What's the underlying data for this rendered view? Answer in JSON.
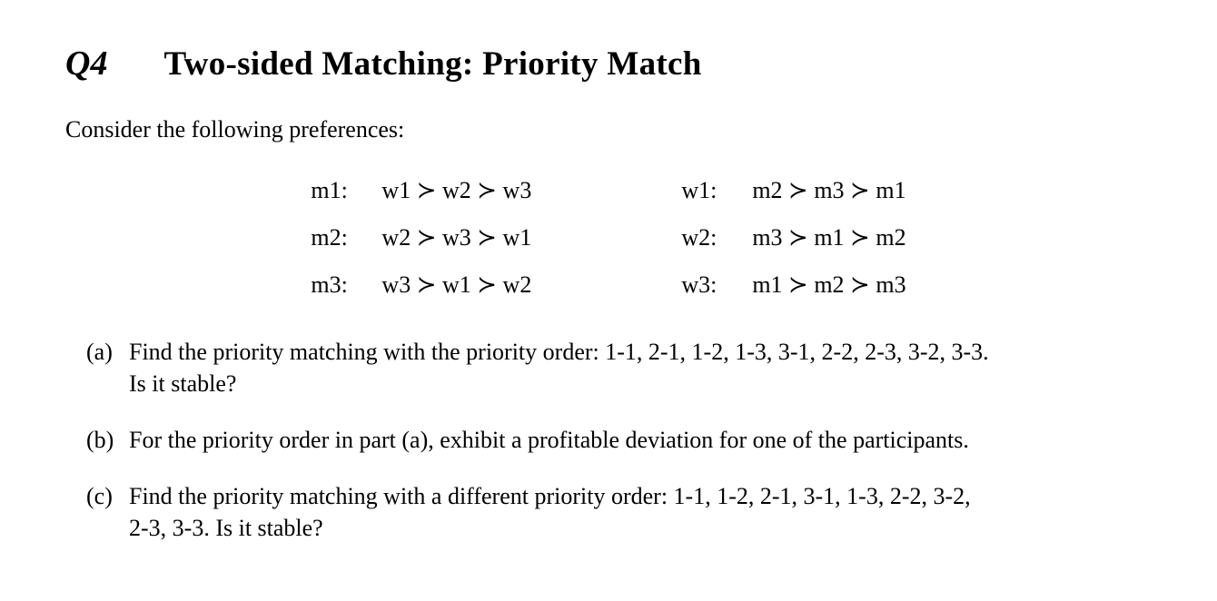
{
  "title": {
    "number": "Q4",
    "text": "Two-sided Matching: Priority Match"
  },
  "intro": "Consider the following preferences:",
  "preferences": {
    "succ_symbol": "≻",
    "men": [
      {
        "agent": "m1:",
        "ranking": "w1 ≻ w2 ≻ w3"
      },
      {
        "agent": "m2:",
        "ranking": "w2 ≻ w3 ≻ w1"
      },
      {
        "agent": "m3:",
        "ranking": "w3 ≻ w1 ≻ w2"
      }
    ],
    "women": [
      {
        "agent": "w1:",
        "ranking": "m2 ≻ m3 ≻ m1"
      },
      {
        "agent": "w2:",
        "ranking": "m3 ≻ m1 ≻ m2"
      },
      {
        "agent": "w3:",
        "ranking": "m1 ≻ m2 ≻ m3"
      }
    ]
  },
  "questions": [
    {
      "label": "(a)",
      "lines": [
        "Find the priority matching with the priority order: 1-1, 2-1, 1-2, 1-3, 3-1, 2-2, 2-3, 3-2, 3-3.",
        "Is it stable?"
      ]
    },
    {
      "label": "(b)",
      "lines": [
        "For the priority order in part (a), exhibit a profitable deviation for one of the participants."
      ]
    },
    {
      "label": "(c)",
      "lines": [
        "Find the priority matching with a different priority order: 1-1, 1-2, 2-1, 3-1, 1-3, 2-2, 3-2,",
        "2-3, 3-3. Is it stable?"
      ]
    }
  ]
}
